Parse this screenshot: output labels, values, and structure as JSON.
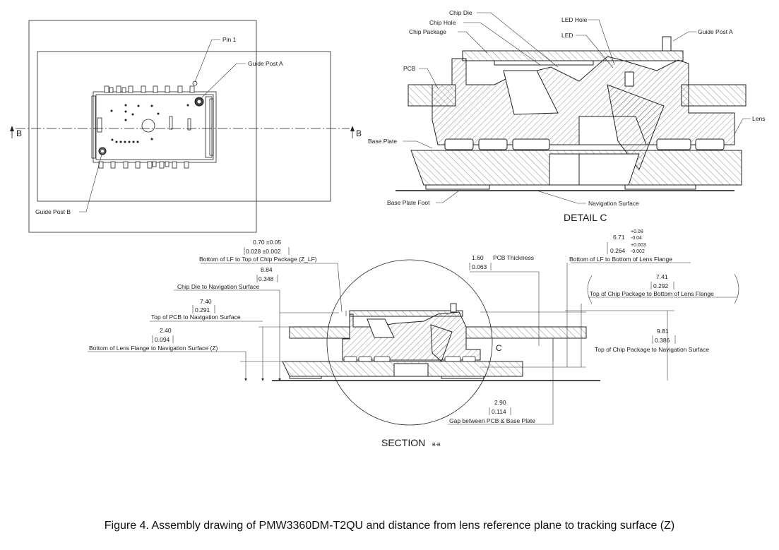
{
  "plan_view": {
    "pin1": "Pin 1",
    "guide_post_a": "Guide Post A",
    "guide_post_b": "Guide Post B",
    "section_mark_left": "B",
    "section_mark_right": "B"
  },
  "detail_c": {
    "title": "DETAIL C",
    "labels": {
      "chip_die": "Chip Die",
      "chip_hole": "Chip Hole",
      "chip_package": "Chip Package",
      "pcb": "PCB",
      "led_hole": "LED Hole",
      "led": "LED",
      "guide_post_a": "Guide Post A",
      "lens": "Lens",
      "base_plate": "Base Plate",
      "base_plate_foot": "Base Plate Foot",
      "navigation_surface": "Navigation Surface"
    }
  },
  "section": {
    "title": "SECTION",
    "title_sub": "B-B",
    "detail_ref": "C",
    "dims": {
      "lf_chip": {
        "mm": "0.70 ±0.05",
        "in": "0.028 ±0.002",
        "desc": "Bottom of LF to Top of Chip Package (Z_LF)"
      },
      "die_nav": {
        "mm": "8.84",
        "in": "0.348",
        "desc": "Chip Die to Navigation Surface"
      },
      "pcb_nav": {
        "mm": "7.40",
        "in": "0.291",
        "desc": "Top of PCB to Navigation Surface"
      },
      "lf_nav": {
        "mm": "2.40",
        "in": "0.094",
        "desc": "Bottom of Lens Flange to Navigation Surface (Z)"
      },
      "pcb_thick": {
        "mm": "1.60",
        "in": "0.063",
        "desc": "PCB Thickness"
      },
      "lf_lf": {
        "mm": "6.71",
        "mm_tol_plus": "+0.08",
        "mm_tol_minus": "-0.04",
        "in": "0.264",
        "in_tol_plus": "+0.003",
        "in_tol_minus": "-0.002",
        "desc": "Bottom of LF to Bottom of Lens Flange"
      },
      "pkg_lf": {
        "mm": "7.41",
        "in": "0.292",
        "desc": "Top of Chip Package to Bottom of Lens Flange"
      },
      "pkg_nav": {
        "mm": "9.81",
        "in": "0.386",
        "desc": "Top of Chip Package to Navigation Surface"
      },
      "gap": {
        "mm": "2.90",
        "in": "0.114",
        "desc": "Gap between PCB & Base Plate"
      }
    }
  },
  "caption": "Figure 4. Assembly drawing of PMW3360DM-T2QU and distance from lens reference plane to tracking surface (Z)"
}
